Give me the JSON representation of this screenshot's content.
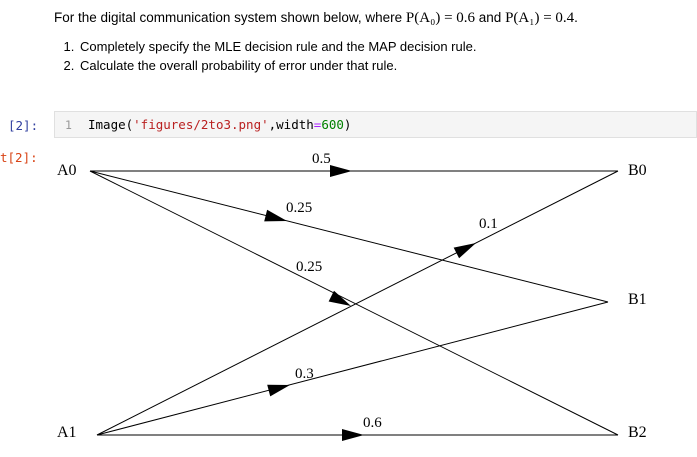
{
  "markdown": {
    "intro_prefix": "For the digital communication system shown below, where ",
    "p_a0": "P(A₀) = 0.6",
    "and": " and ",
    "p_a1": "P(A₁) = 0.4",
    "period": ".",
    "items": [
      "Completely specify the MLE decision rule and the MAP decision rule.",
      "Calculate the overall probability of error under that rule."
    ]
  },
  "code_cell": {
    "in_prompt": "[2]:",
    "line_number": "1",
    "code_prefix": "Image(",
    "code_string": "'figures/2to3.png'",
    "code_middle": ",width",
    "code_eq": "=",
    "code_num": "600",
    "code_suffix": ")"
  },
  "output": {
    "out_prompt": "t[2]:"
  },
  "diagram": {
    "inputs": [
      "A0",
      "A1"
    ],
    "outputs": [
      "B0",
      "B1",
      "B2"
    ],
    "edges": [
      {
        "from": "A0",
        "to": "B0",
        "label": "0.5"
      },
      {
        "from": "A0",
        "to": "B1",
        "label": "0.25"
      },
      {
        "from": "A0",
        "to": "B2",
        "label": "0.25"
      },
      {
        "from": "A1",
        "to": "B0",
        "label": "0.1"
      },
      {
        "from": "A1",
        "to": "B1",
        "label": "0.3"
      },
      {
        "from": "A1",
        "to": "B2",
        "label": "0.6"
      }
    ]
  }
}
